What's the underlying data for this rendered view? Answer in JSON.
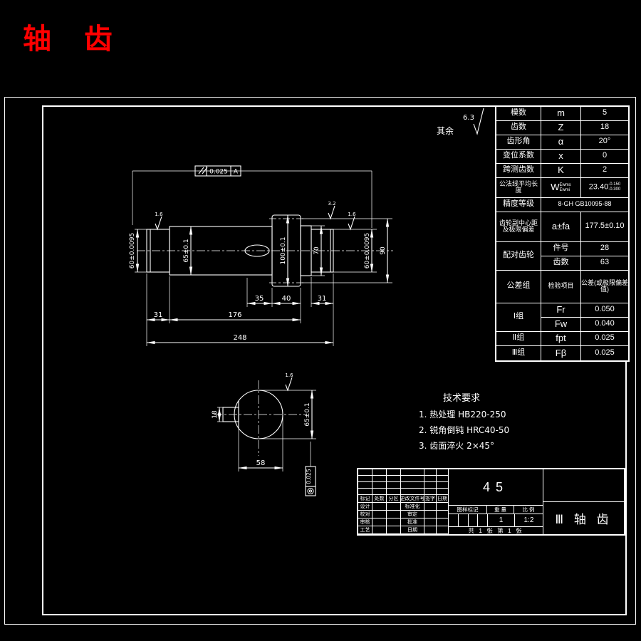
{
  "page": {
    "heading": "轴 齿",
    "bg_color": "#000000",
    "line_color": "#ffffff",
    "accent_red": "#ff0000"
  },
  "surface_note": {
    "prefix": "其余",
    "value": "6.3"
  },
  "tolerance_frames": {
    "parallelism": {
      "symbol": "//",
      "value": "0.025",
      "datum": "A"
    },
    "concentricity": {
      "symbol": "◎",
      "value": "0.025"
    }
  },
  "dims": {
    "left_journal_dia": "60±0.0095",
    "mid_dia": "65±0.1",
    "gear_dia": "100±0.1",
    "step_dia": "70",
    "right_journal_dia": "60±0.0095",
    "pitch_dia": "90",
    "len_left": "31",
    "len_mid": "176",
    "len_total": "248",
    "len_a": "35",
    "len_b": "40",
    "len_c": "31",
    "key_width": "18",
    "key_flat": "58",
    "end_dia": "65±0.1",
    "rough_1": "1.6",
    "rough_2": "3.2",
    "rough_3": "1.6",
    "rough_4": "1.6"
  },
  "tech_req": {
    "title": "技术要求",
    "item1": "1. 热处理  HB220-250",
    "item2": "2. 锐角倒钝  HRC40-50",
    "item3": "3. 齿面淬火  2×45°"
  },
  "gear_table": {
    "rows": [
      {
        "name": "模数",
        "sym": "m",
        "val": "5"
      },
      {
        "name": "齿数",
        "sym": "Z",
        "val": "18"
      },
      {
        "name": "齿形角",
        "sym": "α",
        "val": "20°"
      },
      {
        "name": "变位系数",
        "sym": "x",
        "val": "0"
      },
      {
        "name": "跨测齿数",
        "sym": "K",
        "val": "2"
      },
      {
        "name": "公法线平均长度",
        "sym": "W",
        "sym_sup": "Ewms",
        "sym_sub": "Ewmi",
        "val": "23.40",
        "val_sup": "-0.150",
        "val_sub": "-0.300"
      },
      {
        "name": "精度等级",
        "val": "8-GH  GB10095-88"
      },
      {
        "name": "齿轮副中心距及极限偏差",
        "sym": "a±fa",
        "val": "177.5±0.10"
      },
      {
        "name": "配对齿轮",
        "sym": "件号",
        "val": "28"
      },
      {
        "sym": "齿数",
        "val": "63"
      },
      {
        "name": "公差组",
        "sym": "检验项目",
        "val": "公差(或极限偏差值)"
      },
      {
        "name": "Ⅰ组",
        "sym": "Fr",
        "val": "0.050"
      },
      {
        "sym": "Fw",
        "val": "0.040"
      },
      {
        "name": "Ⅱ组",
        "sym": "fpt",
        "val": "0.025"
      },
      {
        "name": "Ⅲ组",
        "sym": "Fβ",
        "val": "0.025"
      }
    ]
  },
  "title_block": {
    "material": "45",
    "part_name": "Ⅲ 轴 齿",
    "rev_headers": [
      "标记",
      "处数",
      "分区",
      "更改文件号",
      "签字",
      "日期"
    ],
    "roles_left": [
      "设计",
      "校对",
      "审核",
      "工艺"
    ],
    "roles_right": [
      "标准化",
      "审定",
      "批准",
      "日期"
    ],
    "stage_header": "图样标记",
    "weight_header": "重 量",
    "scale_header": "比 例",
    "weight": "1",
    "scale": "1:2",
    "sheet_info": "共 1 张 第 1 张"
  }
}
